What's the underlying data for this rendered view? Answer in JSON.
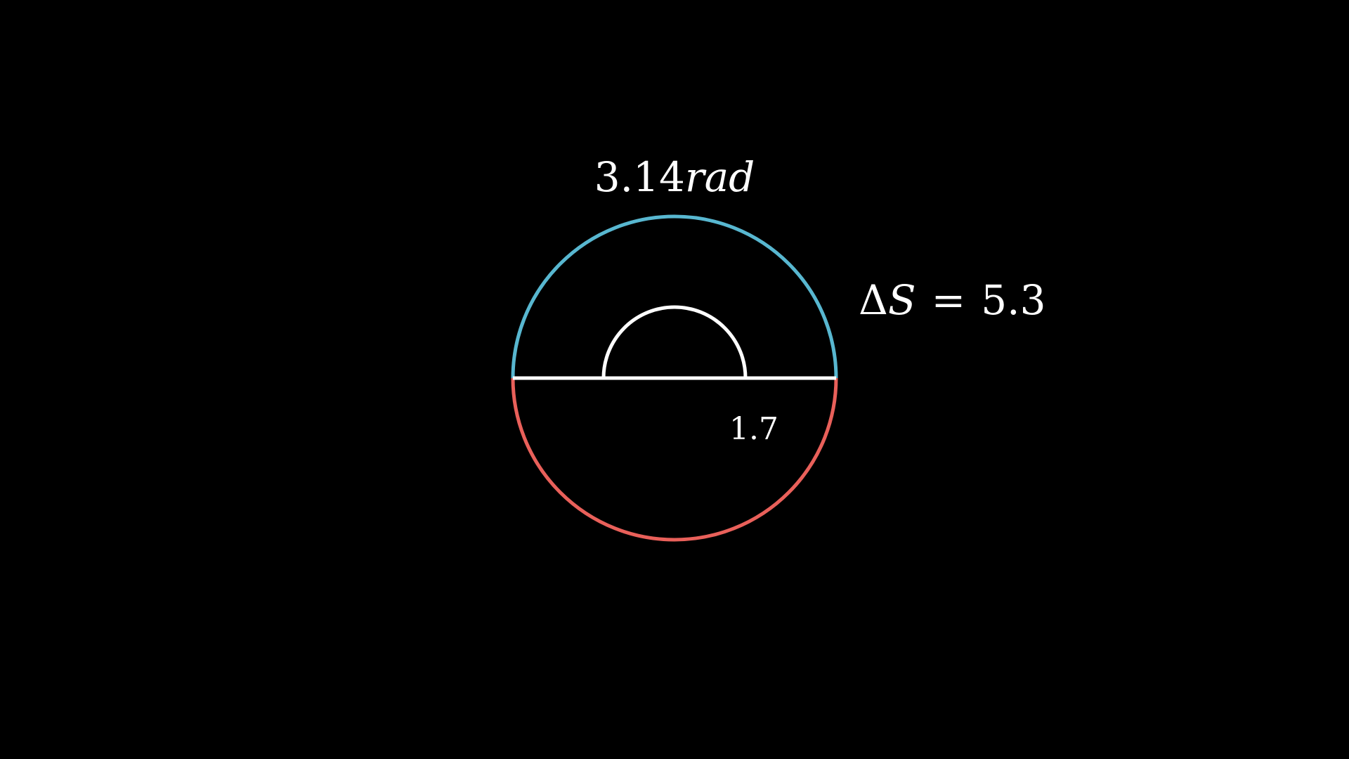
{
  "diagram": {
    "angle_label": {
      "value": "3.14",
      "unit": "rad"
    },
    "arc_length_label": {
      "delta": "Δ",
      "symbol": "S",
      "equals": "=",
      "value": "5.3"
    },
    "radius_label": "1.7",
    "colors": {
      "background": "#000000",
      "upper_arc": "#58b7d0",
      "lower_arc": "#e9605a",
      "lines": "#ffffff",
      "text": "#ffffff"
    }
  }
}
